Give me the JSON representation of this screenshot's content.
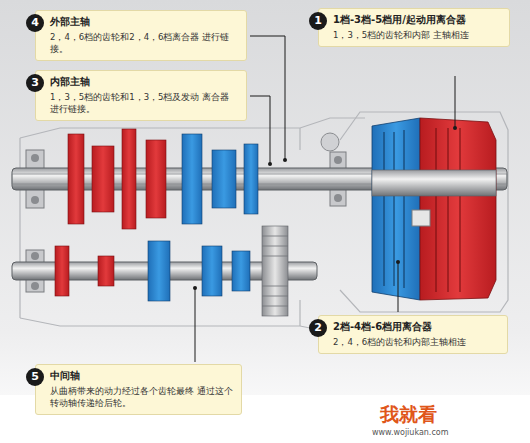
{
  "diagram": {
    "nodes": [
      {
        "text": [
          "外部主轴",
          "2，4，6档的齿轮和2，4，6档离合器 进行链接。"
        ]
      },
      {
        "text": [
          "1档-3档-5档用/起动用离合器",
          "1，3，5档的齿轮和内部 主轴相连"
        ]
      },
      {
        "text": [
          "内部主轴",
          "1，3，5档的齿轮和1，3，5档及发动 离合器进行链接。"
        ]
      },
      {
        "text": [
          "2档-4档-6档用离合器",
          "2，4，6档的齿轮和内部主轴相连"
        ]
      },
      {
        "text": [
          "中间轴",
          "从曲柄带来的动力经过各个齿轮最终 通过这个转动轴传递给后轮。"
        ]
      }
    ],
    "labels": [
      "4",
      "1",
      "3",
      "2",
      "5",
      "我就看",
      "www.wojiukan.com"
    ]
  }
}
